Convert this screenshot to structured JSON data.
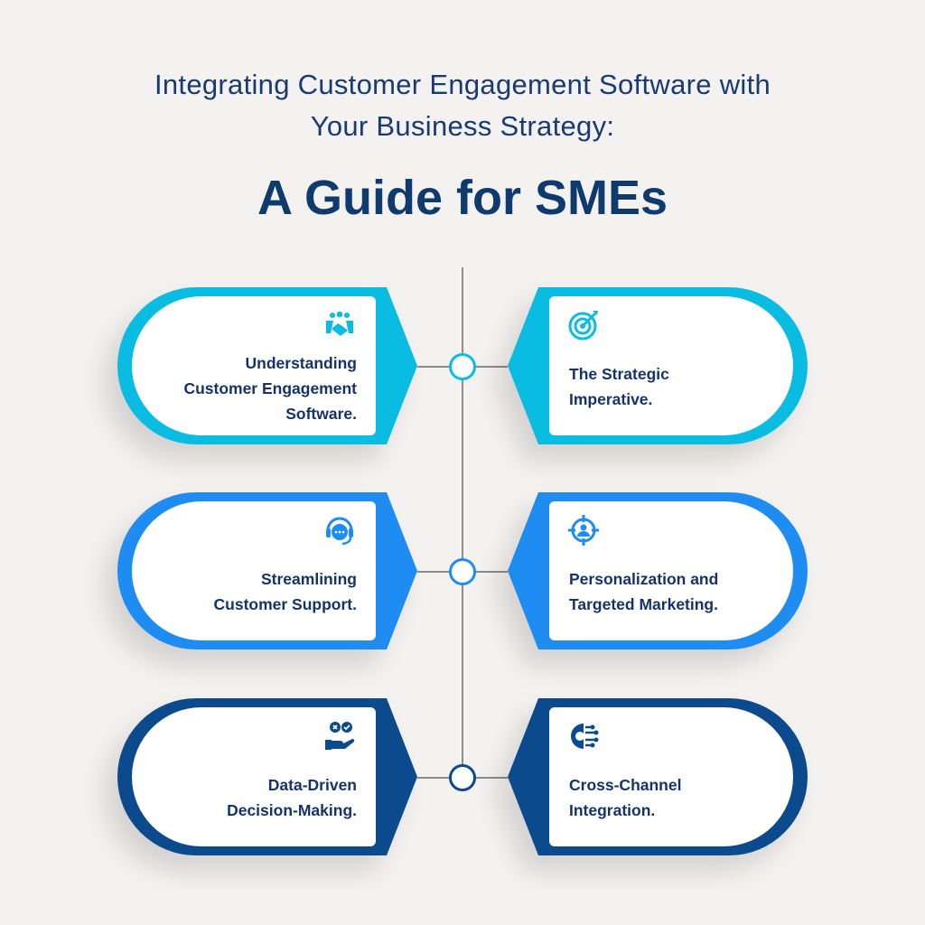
{
  "title": {
    "line1": "Integrating Customer Engagement Software with",
    "line2": "Your Business Strategy:",
    "main": "A Guide for SMEs"
  },
  "colors": {
    "row1": "#0abbe2",
    "row2": "#1f8cf2",
    "row3": "#0c4a8e"
  },
  "cards": [
    {
      "label": "Understanding Customer Engagement Software.",
      "lines": [
        "Understanding",
        "Customer Engagement",
        "Software."
      ],
      "icon": "handshake-team-icon"
    },
    {
      "label": "The Strategic Imperative.",
      "lines": [
        "The Strategic",
        "Imperative."
      ],
      "icon": "target-icon"
    },
    {
      "label": "Streamlining Customer Support.",
      "lines": [
        "Streamlining",
        "Customer Support."
      ],
      "icon": "headset-chat-icon"
    },
    {
      "label": "Personalization and Targeted Marketing.",
      "lines": [
        "Personalization and",
        "Targeted Marketing."
      ],
      "icon": "person-target-icon"
    },
    {
      "label": "Data-Driven Decision-Making.",
      "lines": [
        "Data-Driven",
        "Decision-Making."
      ],
      "icon": "hand-decision-icon"
    },
    {
      "label": "Cross-Channel Integration.",
      "lines": [
        "Cross-Channel",
        "Integration."
      ],
      "icon": "gear-circuit-icon"
    }
  ]
}
